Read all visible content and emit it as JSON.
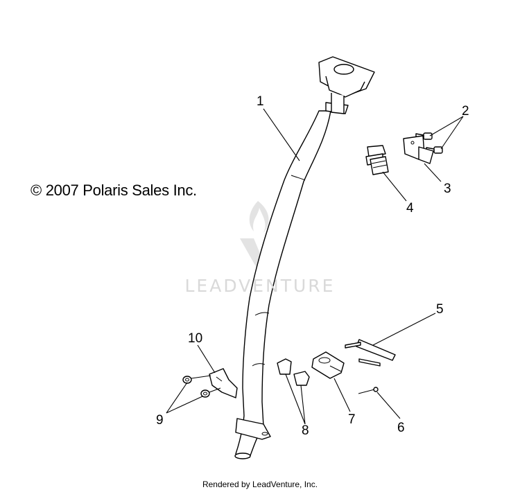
{
  "copyright": "© 2007 Polaris Sales Inc.",
  "watermark": "LEADVENTURE",
  "footer": "Rendered by LeadVenture, Inc.",
  "callouts": [
    "1",
    "2",
    "3",
    "4",
    "5",
    "6",
    "7",
    "8",
    "9",
    "10"
  ],
  "colors": {
    "line": "#000000",
    "watermark": "#d9d9d9",
    "background": "#ffffff"
  }
}
